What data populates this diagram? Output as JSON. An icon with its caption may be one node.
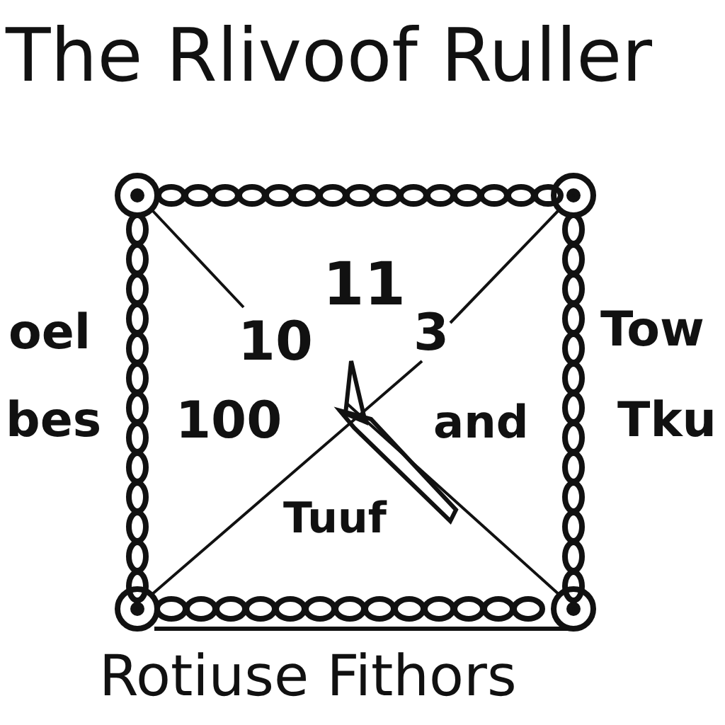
{
  "diagram": {
    "title": "The Rlivoof Ruller",
    "caption": "Rotiuse Fithors",
    "labels": [
      "11",
      "oel",
      "10",
      "3",
      "Tow",
      "bes",
      "100",
      "and",
      "Tku",
      "Tuuf"
    ]
  }
}
